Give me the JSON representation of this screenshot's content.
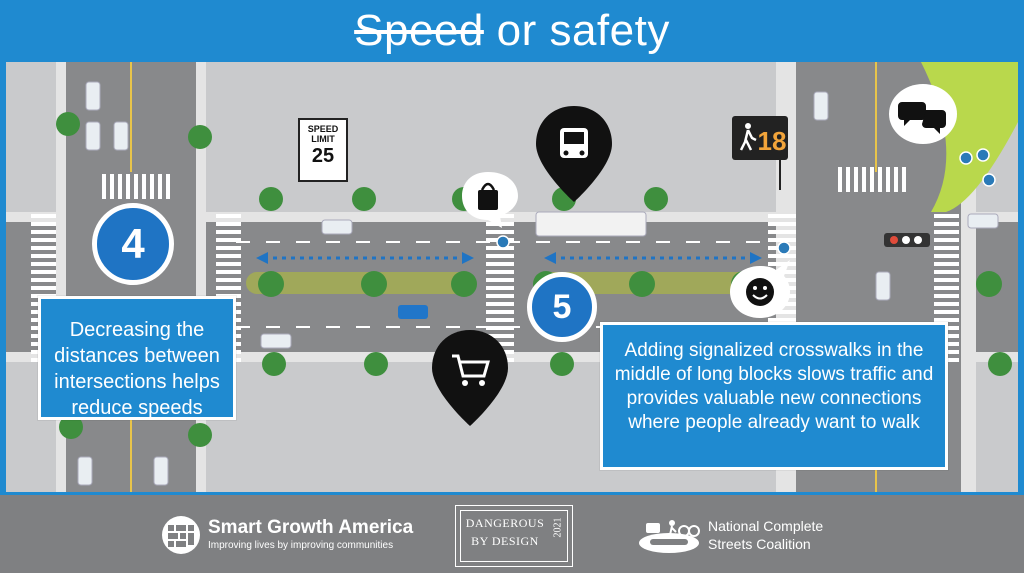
{
  "title": {
    "struck_word": "Speed",
    "rest": " or safety"
  },
  "speed_sign": {
    "line1": "SPEED",
    "line2": "LIMIT",
    "value": "25"
  },
  "callouts": {
    "four": {
      "number": "4",
      "text": "Decreasing the distances between intersections helps reduce speeds"
    },
    "five": {
      "number": "5",
      "text": "Adding signalized crosswalks in the middle of long blocks slows traffic and provides valuable new connections where people already want to walk"
    }
  },
  "map_icons": [
    "bus-pin-icon",
    "shopping-bag-bubble-icon",
    "shopping-cart-pin-icon",
    "smiley-bubble-icon",
    "chat-bubble-icon",
    "pedestrian-signal-icon",
    "traffic-light-icon"
  ],
  "footer": {
    "sga_name": "Smart Growth America",
    "sga_tagline": "Improving lives by improving communities",
    "dbd_line1": "DANGEROUS",
    "dbd_line2": "BY DESIGN",
    "dbd_year": "2021",
    "ncsc_line1": "National Complete",
    "ncsc_line2": "Streets Coalition"
  },
  "colors": {
    "brand_blue": "#1f8ad0",
    "footer_gray": "#7f8082",
    "road": "#8a8b8d",
    "sidewalk": "#e6e6e6",
    "tree": "#3f8f3e",
    "median": "#9aa85a"
  }
}
